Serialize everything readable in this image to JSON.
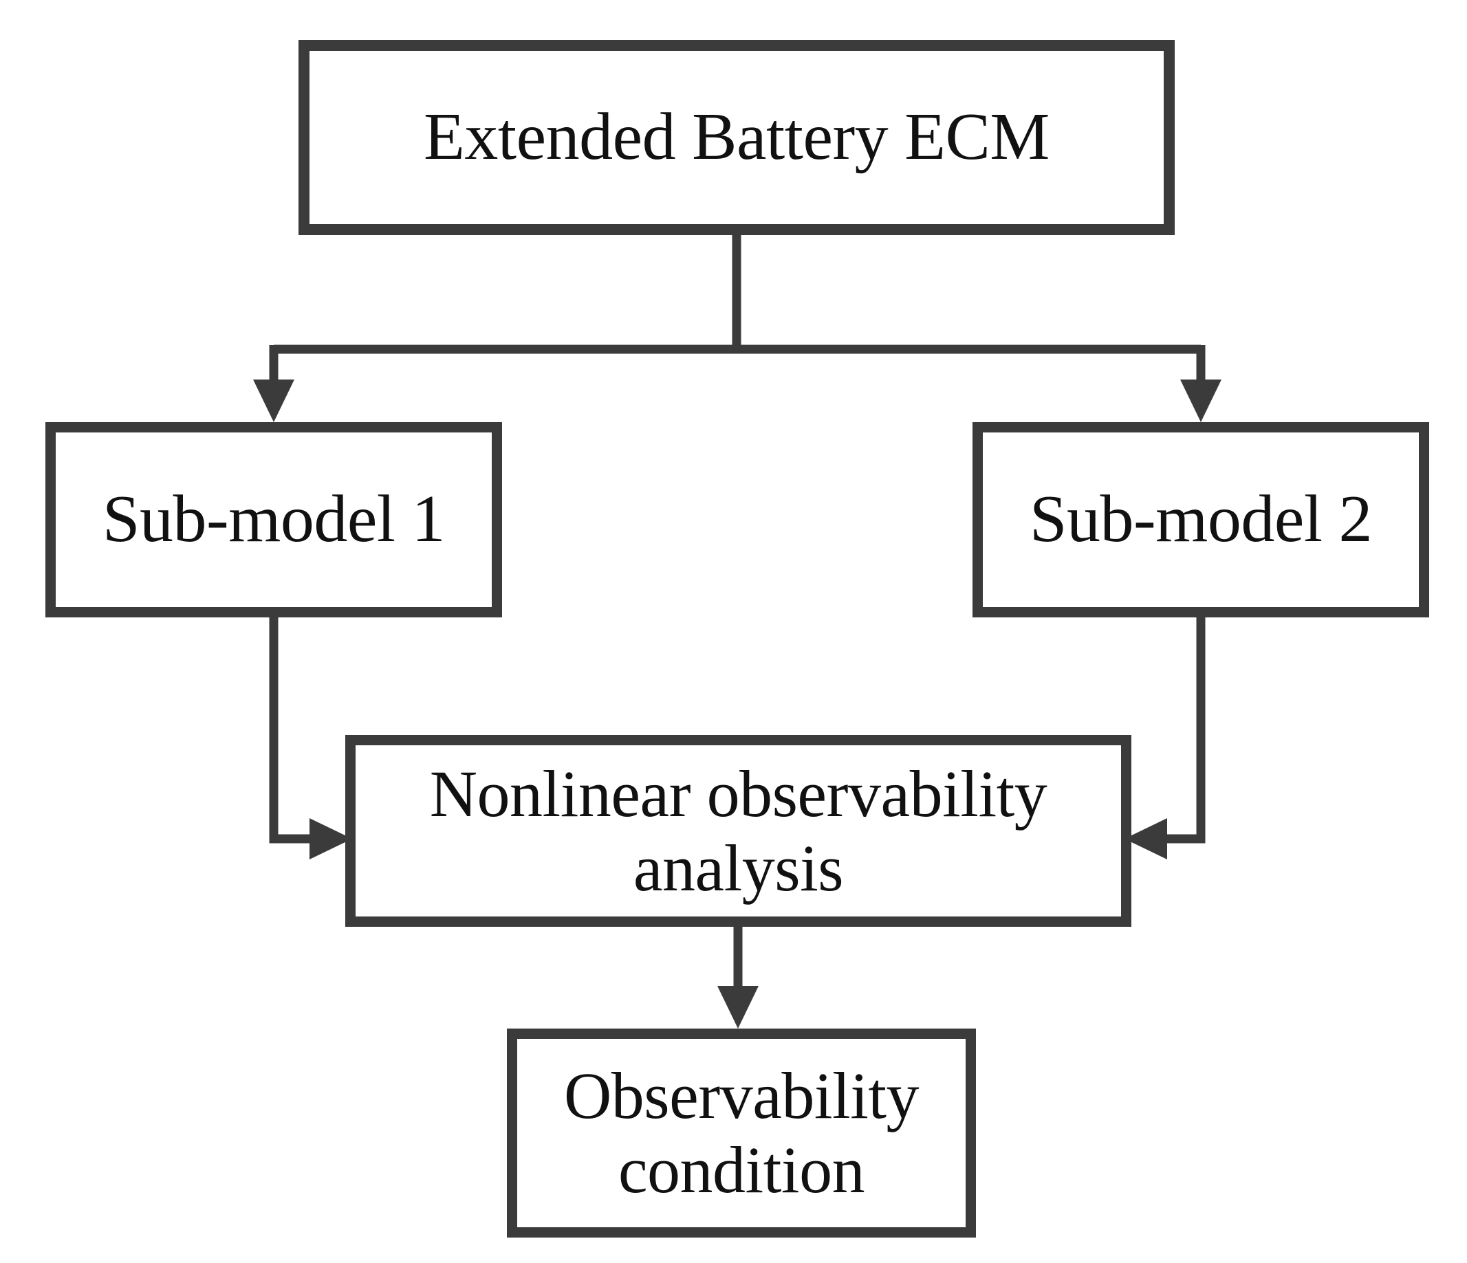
{
  "diagram": {
    "title": "Extended Battery ECM observability analysis flowchart",
    "type": "flowchart",
    "orientation": "top-down",
    "style": {
      "background_color": "#ffffff",
      "box_border_color": "#3b3b3b",
      "box_fill_color": "#ffffff",
      "connector_color": "#3b3b3b",
      "text_color": "#111111"
    },
    "nodes": [
      {
        "id": "root",
        "label": "Extended Battery ECM",
        "shape": "rectangle",
        "level": 0
      },
      {
        "id": "sub1",
        "label": "Sub-model 1",
        "shape": "rectangle",
        "level": 1
      },
      {
        "id": "sub2",
        "label": "Sub-model 2",
        "shape": "rectangle",
        "level": 1
      },
      {
        "id": "analysis",
        "label": "Nonlinear observability\nanalysis",
        "shape": "rectangle",
        "level": 2
      },
      {
        "id": "condition",
        "label": "Observability\ncondition",
        "shape": "rectangle",
        "level": 3
      }
    ],
    "edges": [
      {
        "id": "edge-root-sub1",
        "from": "root",
        "to": "sub1",
        "arrow": "down",
        "label": ""
      },
      {
        "id": "edge-root-sub2",
        "from": "root",
        "to": "sub2",
        "arrow": "down",
        "label": ""
      },
      {
        "id": "edge-sub1-analysis",
        "from": "sub1",
        "to": "analysis",
        "arrow": "right",
        "label": ""
      },
      {
        "id": "edge-sub2-analysis",
        "from": "sub2",
        "to": "analysis",
        "arrow": "left",
        "label": ""
      },
      {
        "id": "edge-analysis-condition",
        "from": "analysis",
        "to": "condition",
        "arrow": "down",
        "label": ""
      }
    ]
  }
}
